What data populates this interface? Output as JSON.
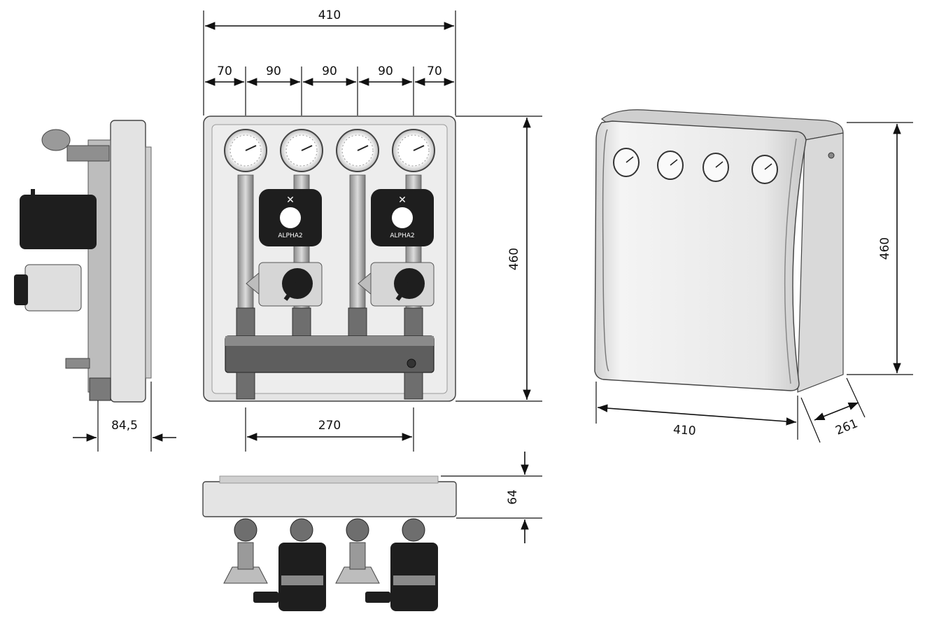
{
  "drawing": {
    "front_view": {
      "width_total": "410",
      "spacing": [
        "70",
        "90",
        "90",
        "90",
        "70"
      ],
      "height": "460",
      "flange_spacing": "270",
      "pump_label": "ALPHA2"
    },
    "side_view": {
      "depth": "84,5"
    },
    "top_view": {
      "height": "64"
    },
    "cover_view": {
      "height": "460",
      "width": "410",
      "depth": "261"
    }
  },
  "colors": {
    "line": "#111111",
    "pump": "#1c1c1c",
    "housing": "#e6e6e6",
    "metal": "#9a9a9a"
  }
}
